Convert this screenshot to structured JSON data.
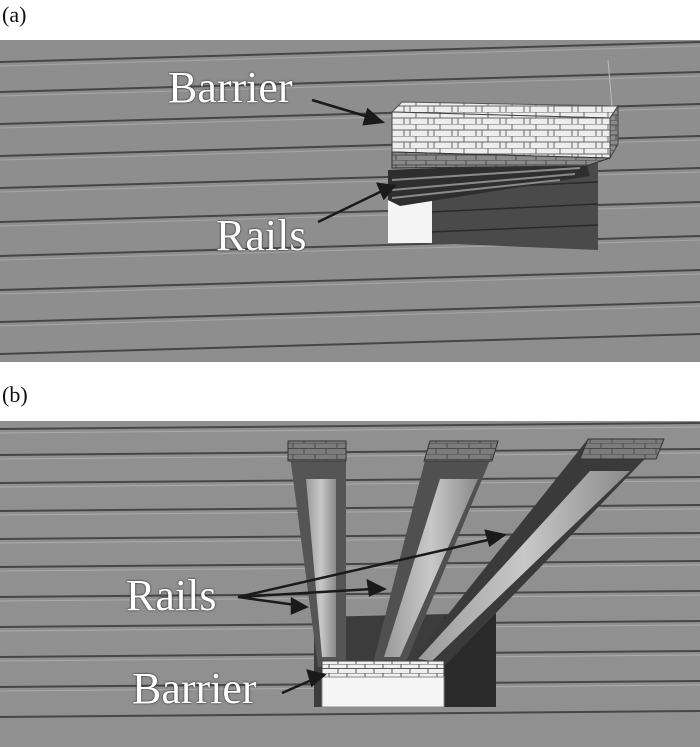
{
  "panel_a": {
    "label": "(a)",
    "callouts": {
      "barrier": "Barrier",
      "rails": "Rails"
    }
  },
  "panel_b": {
    "label": "(b)",
    "callouts": {
      "rails": "Rails",
      "barrier": "Barrier"
    }
  },
  "colors": {
    "wall_light": "#9a9a9a",
    "wall_dark": "#5e5e5e",
    "barrier_top": "#e8e8e8",
    "barrier_side": "#7a7a7a",
    "rail": "#6a6a6a",
    "opening_light": "#f2f2f2",
    "opening_dark": "#3a3a3a",
    "arrow": "#1a1a1a",
    "text": "#ffffff"
  }
}
